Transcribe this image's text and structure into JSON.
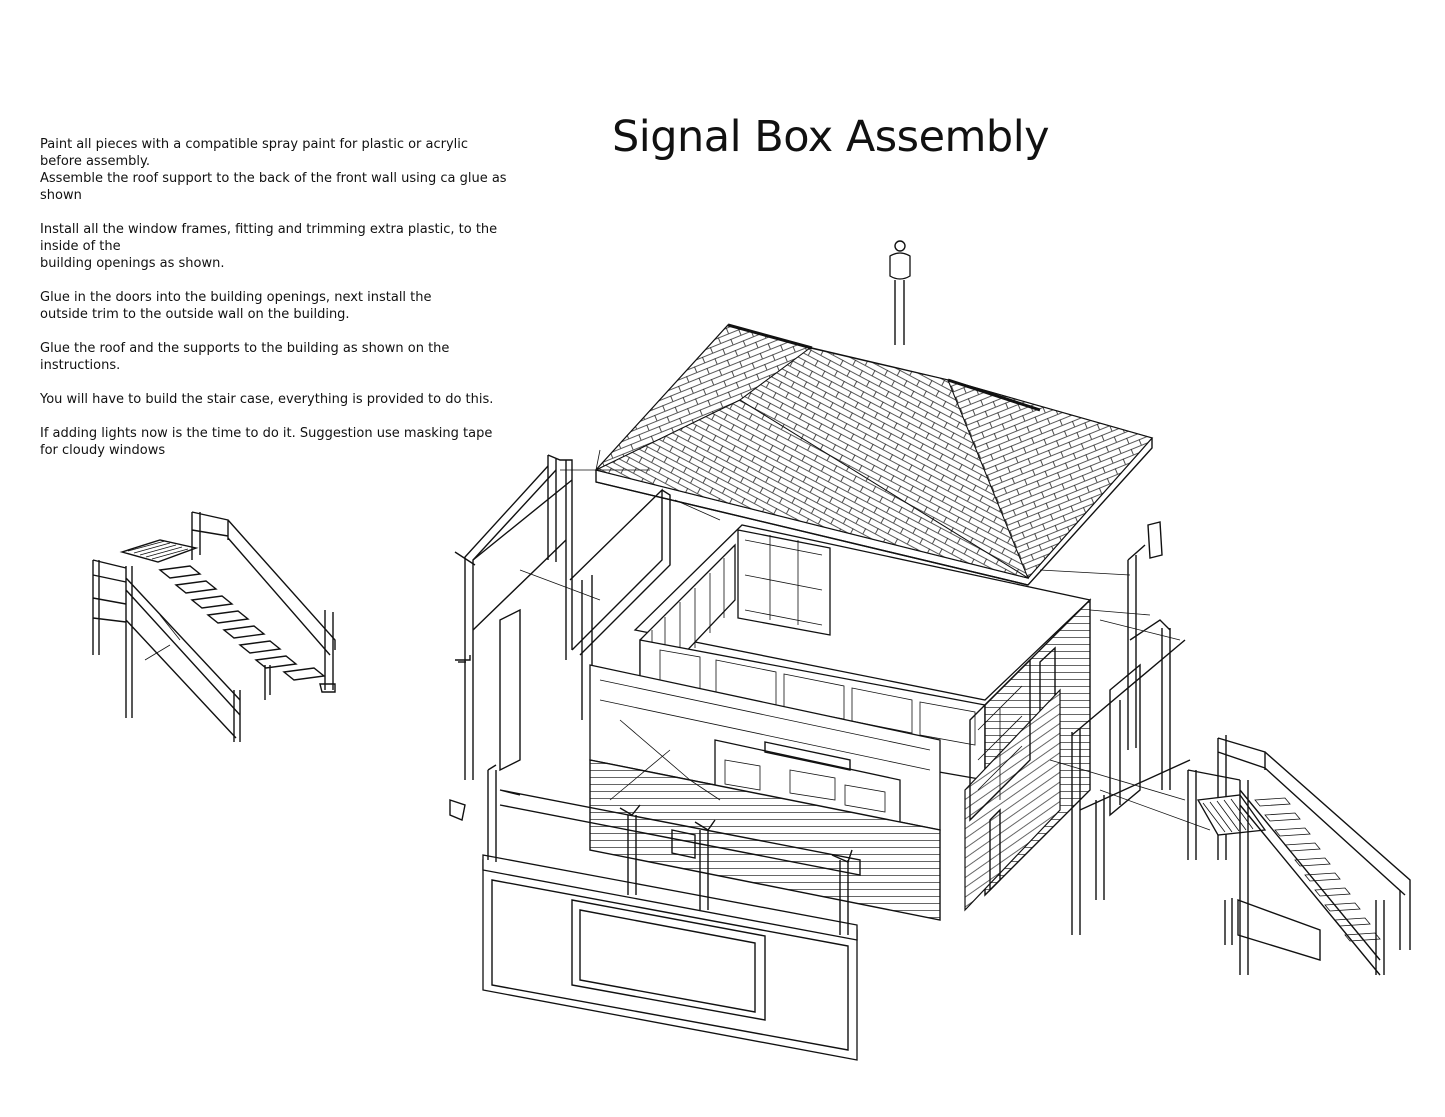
{
  "title": "Signal Box Assembly",
  "instructions": [
    {
      "lines": [
        "Paint all pieces with a compatible spray paint for plastic or acrylic before assembly.",
        "Assemble the roof support to the back of the front wall using ca glue as shown"
      ]
    },
    {
      "lines": [
        "Install all the window frames, fitting and trimming extra plastic, to the inside of the",
        "building openings as shown."
      ]
    },
    {
      "lines": [
        "Glue in the doors into the building openings, next install the",
        "outside trim to the outside wall on the building."
      ]
    },
    {
      "lines": [
        "Glue the roof and the supports to the building as shown on the instructions."
      ]
    },
    {
      "lines": [
        "You will have to build the stair case, everything is provided to do this."
      ]
    },
    {
      "lines": [
        "If adding lights now is the time to do it. Suggestion use masking tape for cloudy windows"
      ]
    }
  ]
}
